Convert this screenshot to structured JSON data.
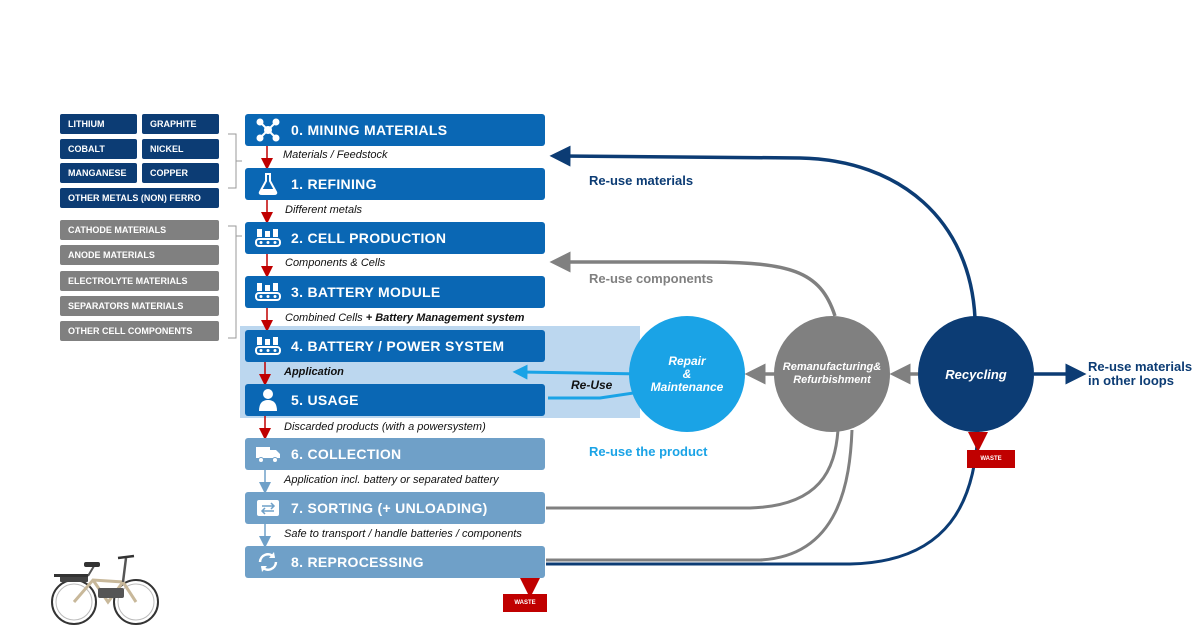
{
  "materials": {
    "raw": [
      {
        "label": "LITHIUM"
      },
      {
        "label": "GRAPHITE"
      },
      {
        "label": "COBALT"
      },
      {
        "label": "NICKEL"
      },
      {
        "label": "MANGANESE"
      },
      {
        "label": "COPPER"
      },
      {
        "label": "OTHER METALS (NON) FERRO"
      }
    ],
    "cell": [
      {
        "label": "CATHODE MATERIALS"
      },
      {
        "label": "ANODE MATERIALS"
      },
      {
        "label": "ELECTROLYTE MATERIALS"
      },
      {
        "label": "SEPARATORS MATERIALS"
      },
      {
        "label": "OTHER CELL COMPONENTS"
      }
    ]
  },
  "steps": [
    {
      "label": "0. MINING MATERIALS",
      "icon": "molecule-icon"
    },
    {
      "label": "1. REFINING",
      "icon": "flask-icon"
    },
    {
      "label": "2. CELL PRODUCTION",
      "icon": "factory-conveyor-icon"
    },
    {
      "label": "3. BATTERY MODULE",
      "icon": "factory-conveyor-icon"
    },
    {
      "label": "4. BATTERY / POWER SYSTEM",
      "icon": "factory-conveyor-icon"
    },
    {
      "label": "5. USAGE",
      "icon": "person-icon"
    },
    {
      "label": "6. COLLECTION",
      "icon": "truck-icon"
    },
    {
      "label": "7. SORTING  (+ UNLOADING)",
      "icon": "sorting-icon"
    },
    {
      "label": "8. REPROCESSING",
      "icon": "cycle-arrows-icon"
    }
  ],
  "connectors": [
    {
      "text": "Materials / Feedstock"
    },
    {
      "text": "Different metals"
    },
    {
      "text": "Components & Cells"
    },
    {
      "text": "Combined Cells",
      "bold": " + Battery Management system"
    },
    {
      "text": "Application"
    },
    {
      "text": "Discarded products (with a powersystem)"
    },
    {
      "text": "Application incl. battery or separated battery"
    },
    {
      "text": "Safe to transport / handle batteries / components"
    }
  ],
  "circles": {
    "repair": "Repair\n&\nMaintenance",
    "reman": "Remanufacturing&\nRefurbishment",
    "recycling": "Recycling"
  },
  "flows": {
    "reuse_materials": "Re-use materials",
    "reuse_components": "Re-use components",
    "reuse_product": "Re-use the product",
    "reuse": "Re-Use",
    "other_loops": "Re-use materials\nin other loops"
  },
  "waste_label": "WASTE",
  "colors": {
    "navy": "#0c3c74",
    "step_blue": "#0a67b4",
    "step_pale": "#6fa0c8",
    "grey": "#808080",
    "light_blue": "#1aa3e6",
    "highlight": "#bcd7ef",
    "red": "#c00000",
    "arrow_red": "#c00000"
  }
}
